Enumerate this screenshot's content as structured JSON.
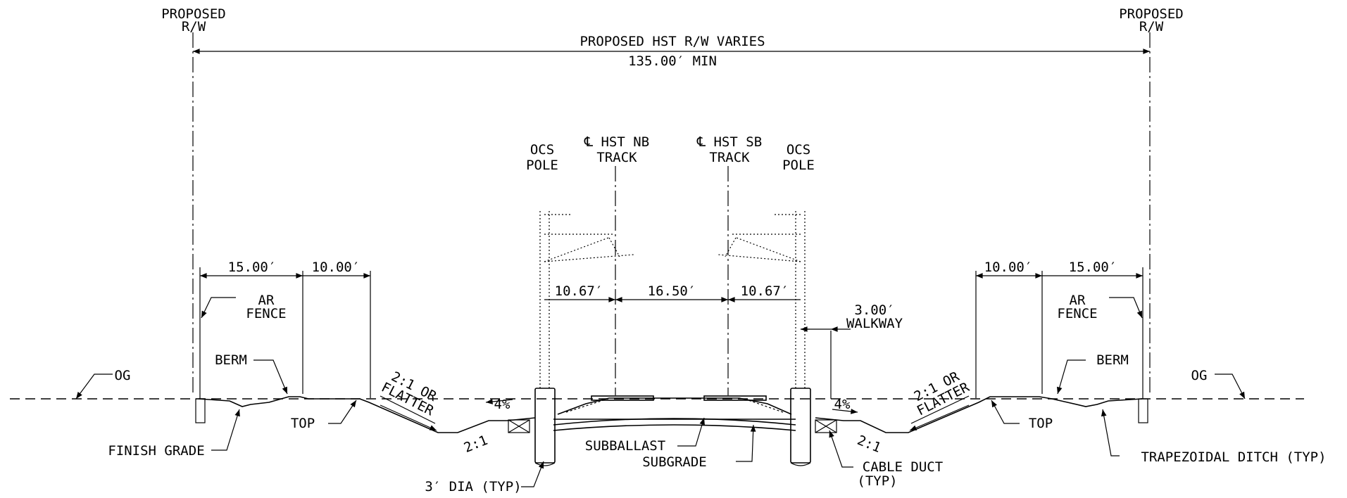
{
  "labels": {
    "proposed_rw_left_1": "PROPOSED",
    "proposed_rw_left_2": "R/W",
    "proposed_rw_right_1": "PROPOSED",
    "proposed_rw_right_2": "R/W",
    "rw_varies": "PROPOSED HST R/W VARIES",
    "rw_min": "135.00′ MIN",
    "ocs_left_1": "OCS",
    "ocs_left_2": "POLE",
    "ocs_right_1": "OCS",
    "ocs_right_2": "POLE",
    "nb_track_1": "℄ HST NB",
    "nb_track_2": "TRACK",
    "sb_track_1": "℄ HST SB",
    "sb_track_2": "TRACK",
    "dim_15_left": "15.00′",
    "dim_10_left": "10.00′",
    "dim_10_right": "10.00′",
    "dim_15_right": "15.00′",
    "dim_1067_left": "10.67′",
    "dim_1650": "16.50′",
    "dim_1067_right": "10.67′",
    "walkway_1": "3.00′",
    "walkway_2": "WALKWAY",
    "ar_fence_left_1": "AR",
    "ar_fence_left_2": "FENCE",
    "ar_fence_right_1": "AR",
    "ar_fence_right_2": "FENCE",
    "berm_left": "BERM",
    "berm_right": "BERM",
    "og_left": "OG",
    "og_right": "OG",
    "slope_left_1": "2:1 OR",
    "slope_left_2": "FLATTER",
    "slope_right_1": "2:1 OR",
    "slope_right_2": "FLATTER",
    "top_left": "TOP",
    "top_right": "TOP",
    "pct_left": "4%",
    "pct_right": "4%",
    "ratio_left": "2:1",
    "ratio_right": "2:1",
    "finish_grade": "FINISH GRADE",
    "subballast": "SUBBALLAST",
    "subgrade": "SUBGRADE",
    "dia": "3′ DIA (TYP)",
    "cable_duct_1": "CABLE DUCT",
    "cable_duct_2": "(TYP)",
    "trapezoidal_ditch": "TRAPEZOIDAL DITCH (TYP)"
  }
}
